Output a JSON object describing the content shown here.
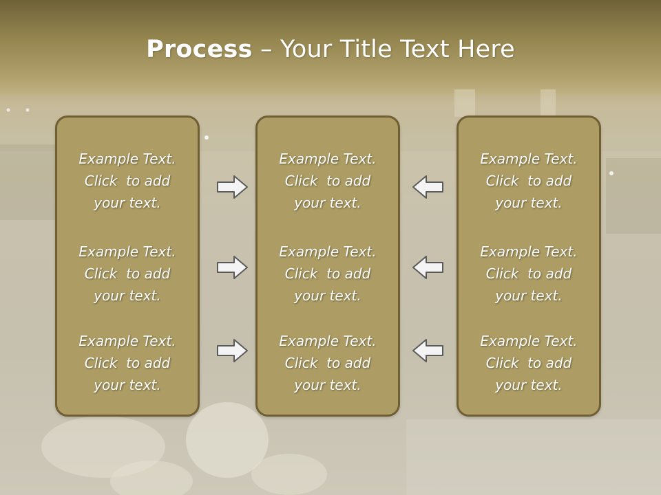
{
  "slide": {
    "title_bold": "Process",
    "title_rest": " – Your Title Text Here"
  },
  "columns": [
    {
      "items": [
        {
          "l1": "Example Text.",
          "l2": "Click  to add",
          "l3": "your text."
        },
        {
          "l1": "Example Text.",
          "l2": "Click  to add",
          "l3": "your text."
        },
        {
          "l1": "Example Text.",
          "l2": "Click  to add",
          "l3": "your text."
        }
      ]
    },
    {
      "items": [
        {
          "l1": "Example Text.",
          "l2": "Click  to add",
          "l3": "your text."
        },
        {
          "l1": "Example Text.",
          "l2": "Click  to add",
          "l3": "your text."
        },
        {
          "l1": "Example Text.",
          "l2": "Click  to add",
          "l3": "your text."
        }
      ]
    },
    {
      "items": [
        {
          "l1": "Example Text.",
          "l2": "Click  to add",
          "l3": "your text."
        },
        {
          "l1": "Example Text.",
          "l2": "Click  to add",
          "l3": "your text."
        },
        {
          "l1": "Example Text.",
          "l2": "Click  to add",
          "l3": "your text."
        }
      ]
    }
  ],
  "icons": {
    "left_arrows": "arrow-right-icon",
    "right_arrows": "arrow-left-icon"
  },
  "colors": {
    "box_fill": "#ad9d65",
    "box_border": "#6f5f33",
    "header_band": "#958650"
  }
}
